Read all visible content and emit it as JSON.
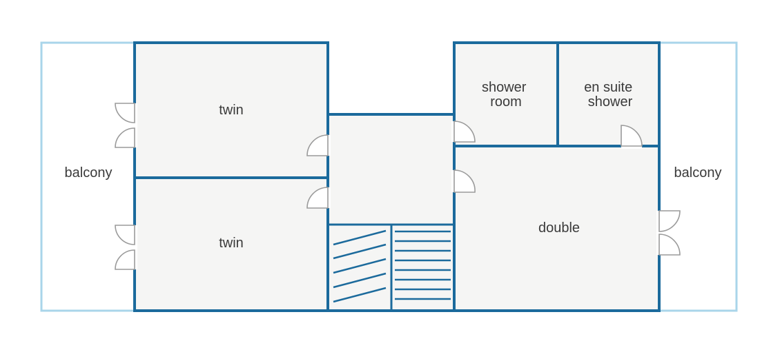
{
  "floor_plan": {
    "rooms": {
      "balcony_left": "balcony",
      "twin_top": "twin",
      "twin_bottom": "twin",
      "shower_room": [
        "shower",
        "room"
      ],
      "en_suite": [
        "en suite",
        "shower"
      ],
      "double": "double",
      "balcony_right": "balcony"
    },
    "colors": {
      "wall": "#1b6a9c",
      "balcony_edge": "#a9d5ea",
      "floor": "#f5f5f4",
      "door": "#9a9a9a",
      "label": "#3a3a3a"
    }
  }
}
